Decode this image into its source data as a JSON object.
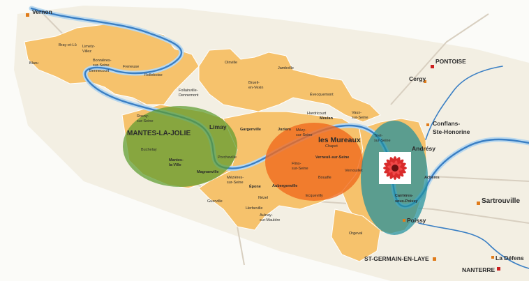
{
  "colors": {
    "territory": "#f6c26c",
    "territory_stroke": "#ffffff",
    "region_bg": "#f3efe3",
    "river": "#3a7fc4",
    "river_light": "#b9d8ee",
    "road": "#d8cfc0",
    "zone_green": "#5c9b2e",
    "zone_orange": "#f06a1e",
    "zone_teal": "#1e8f9c",
    "city_marker": "#cc1f1f",
    "town_marker": "#e07b1a"
  },
  "icons": {
    "flower": "red-gerbera-flower-icon"
  },
  "places": {
    "vernon": "Vernon",
    "pontoise": "PONTOISE",
    "cergy": "Cergy",
    "conflans": "Conflans-",
    "conflans2": "Ste-Honorine",
    "mantes": "MANTES-LA-JOLIE",
    "limay": "Limay",
    "mureaux": "les Mureaux",
    "andresy": "Andrésy",
    "sartrouville": "Sartrouville",
    "poissy": "Poissy",
    "stgermain": "ST-GERMAIN-EN-LAYE",
    "ladefense": "La Défens",
    "nanterre": "NANTERRE",
    "gargenville": "Gargenville",
    "juziers": "Juziers",
    "aubergenville": "Aubergenville",
    "epone": "Épone",
    "mezieres": "Mézières-",
    "mezieres2": "sur-Seine",
    "mantesville": "Mantes-",
    "mantesville2": "la-Ville",
    "magnanville": "Magnanville",
    "buchelay": "Buchelay",
    "porcheville": "Porcheville",
    "guerville": "Guerville",
    "meulan": "Meulan",
    "hardricourt": "Hardricourt",
    "triel": "Triel-",
    "triel2": "sur-Seine",
    "vaux": "Vaux-",
    "vaux2": "sur-Seine",
    "verneuil": "Verneuil-sur-Seine",
    "vernouillet": "Vernouillet",
    "flins": "Flins-",
    "flins2": "sur-Seine",
    "bouafle": "Bouafle",
    "ecquevilly": "Ecquevilly",
    "chapet": "Chapet",
    "mezy": "Mézy-",
    "mezy2": "sur-Seine",
    "acheres": "Achères",
    "carrieres": "Carrières-",
    "carrieres2": "sous-Poissy",
    "orgeval": "Orgeval",
    "bonnieres": "Bonnières-",
    "bonnieres2": "sur-Seine",
    "freneuse": "Freneuse",
    "limetz": "Limetz-",
    "limetz2": "Villez",
    "bennecourt": "Bennecourt",
    "rolleboise": "Rolleboise",
    "rosny": "Rosny-",
    "rosny2": "sur-Seine",
    "follainville": "Follainville-",
    "follainville2": "Dennemont",
    "bray": "Bray-et-Lû",
    "blaru": "Blaru",
    "jambville": "Jambville",
    "oinville": "Oinville",
    "brueil": "Brueil-",
    "brueil2": "en-Vexin",
    "evecquemont": "Évecquemont",
    "herbeville": "Herbeville",
    "nezel": "Nézel",
    "aulnay": "Aulnay-",
    "aulnay2": "sur-Mauldre"
  }
}
